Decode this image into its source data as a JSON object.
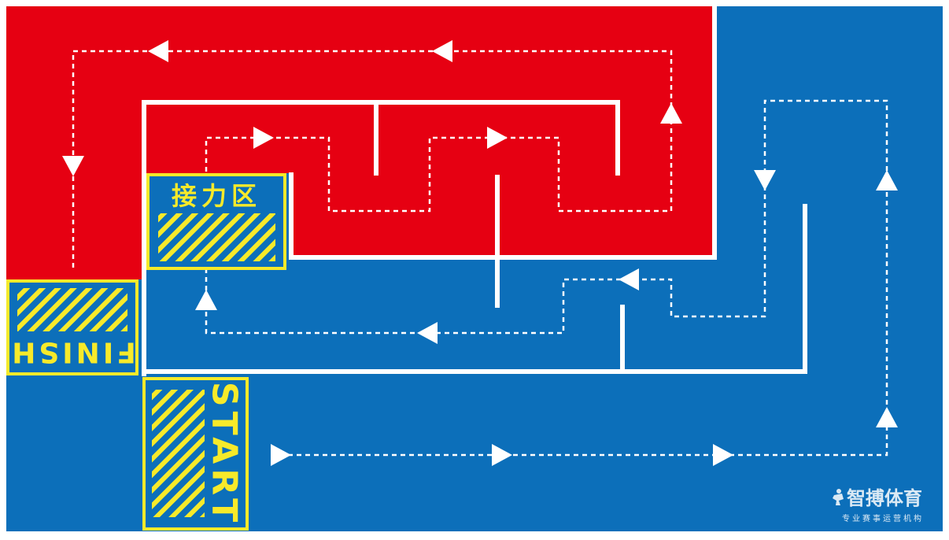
{
  "colors": {
    "red_zone": "#e60012",
    "blue_zone": "#0c6fba",
    "lines": "#ffffff",
    "label_yellow": "#f7ea2a"
  },
  "zones": {
    "relay_label": "接力区",
    "finish_label": "FINISH",
    "start_label": "START"
  },
  "brand": {
    "name": "智搏体育",
    "tagline": "专业赛事运营机构",
    "logo_icon": "runner-icon"
  }
}
